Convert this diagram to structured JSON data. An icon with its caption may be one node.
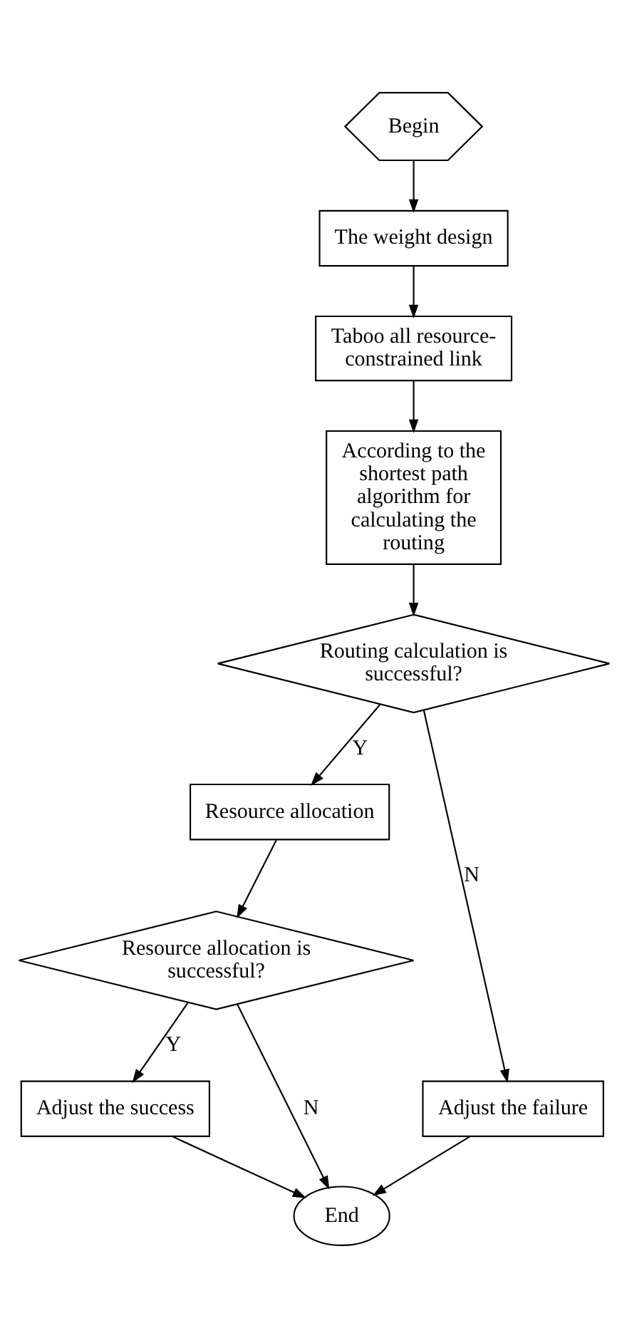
{
  "diagram": {
    "nodes": [
      {
        "text": [
          "Begin"
        ]
      },
      {
        "text": [
          "The weight design"
        ]
      },
      {
        "text": [
          "Taboo all resource-constrained link"
        ]
      },
      {
        "text": [
          "According to the shortest path algorithm for calculating the routing"
        ]
      },
      {
        "text": [
          "Routing calculation is successful?"
        ]
      },
      {
        "text": [
          "Resource allocation"
        ]
      },
      {
        "text": [
          "Resource allocation is successful?"
        ]
      },
      {
        "text": [
          "Adjust the success"
        ]
      },
      {
        "text": [
          "Adjust the failure"
        ]
      },
      {
        "text": [
          "End"
        ]
      }
    ],
    "edges": [
      {
        "from": 0,
        "to": 1,
        "arrow": "to"
      },
      {
        "from": 1,
        "to": 2,
        "arrow": "to"
      },
      {
        "from": 2,
        "to": 3,
        "arrow": "to"
      },
      {
        "from": 3,
        "to": 4,
        "arrow": "to"
      },
      {
        "from": 4,
        "to": 5,
        "arrow": "to",
        "label": "Y"
      },
      {
        "from": 4,
        "to": 8,
        "arrow": "to",
        "label": "N"
      },
      {
        "from": 5,
        "to": 6,
        "arrow": "to"
      },
      {
        "from": 6,
        "to": 7,
        "arrow": "to",
        "label": "Y"
      },
      {
        "from": 6,
        "to": 9,
        "arrow": "to",
        "label": "N"
      },
      {
        "from": 7,
        "to": 9,
        "arrow": "to"
      },
      {
        "from": 8,
        "to": 9,
        "arrow": "to"
      }
    ]
  }
}
